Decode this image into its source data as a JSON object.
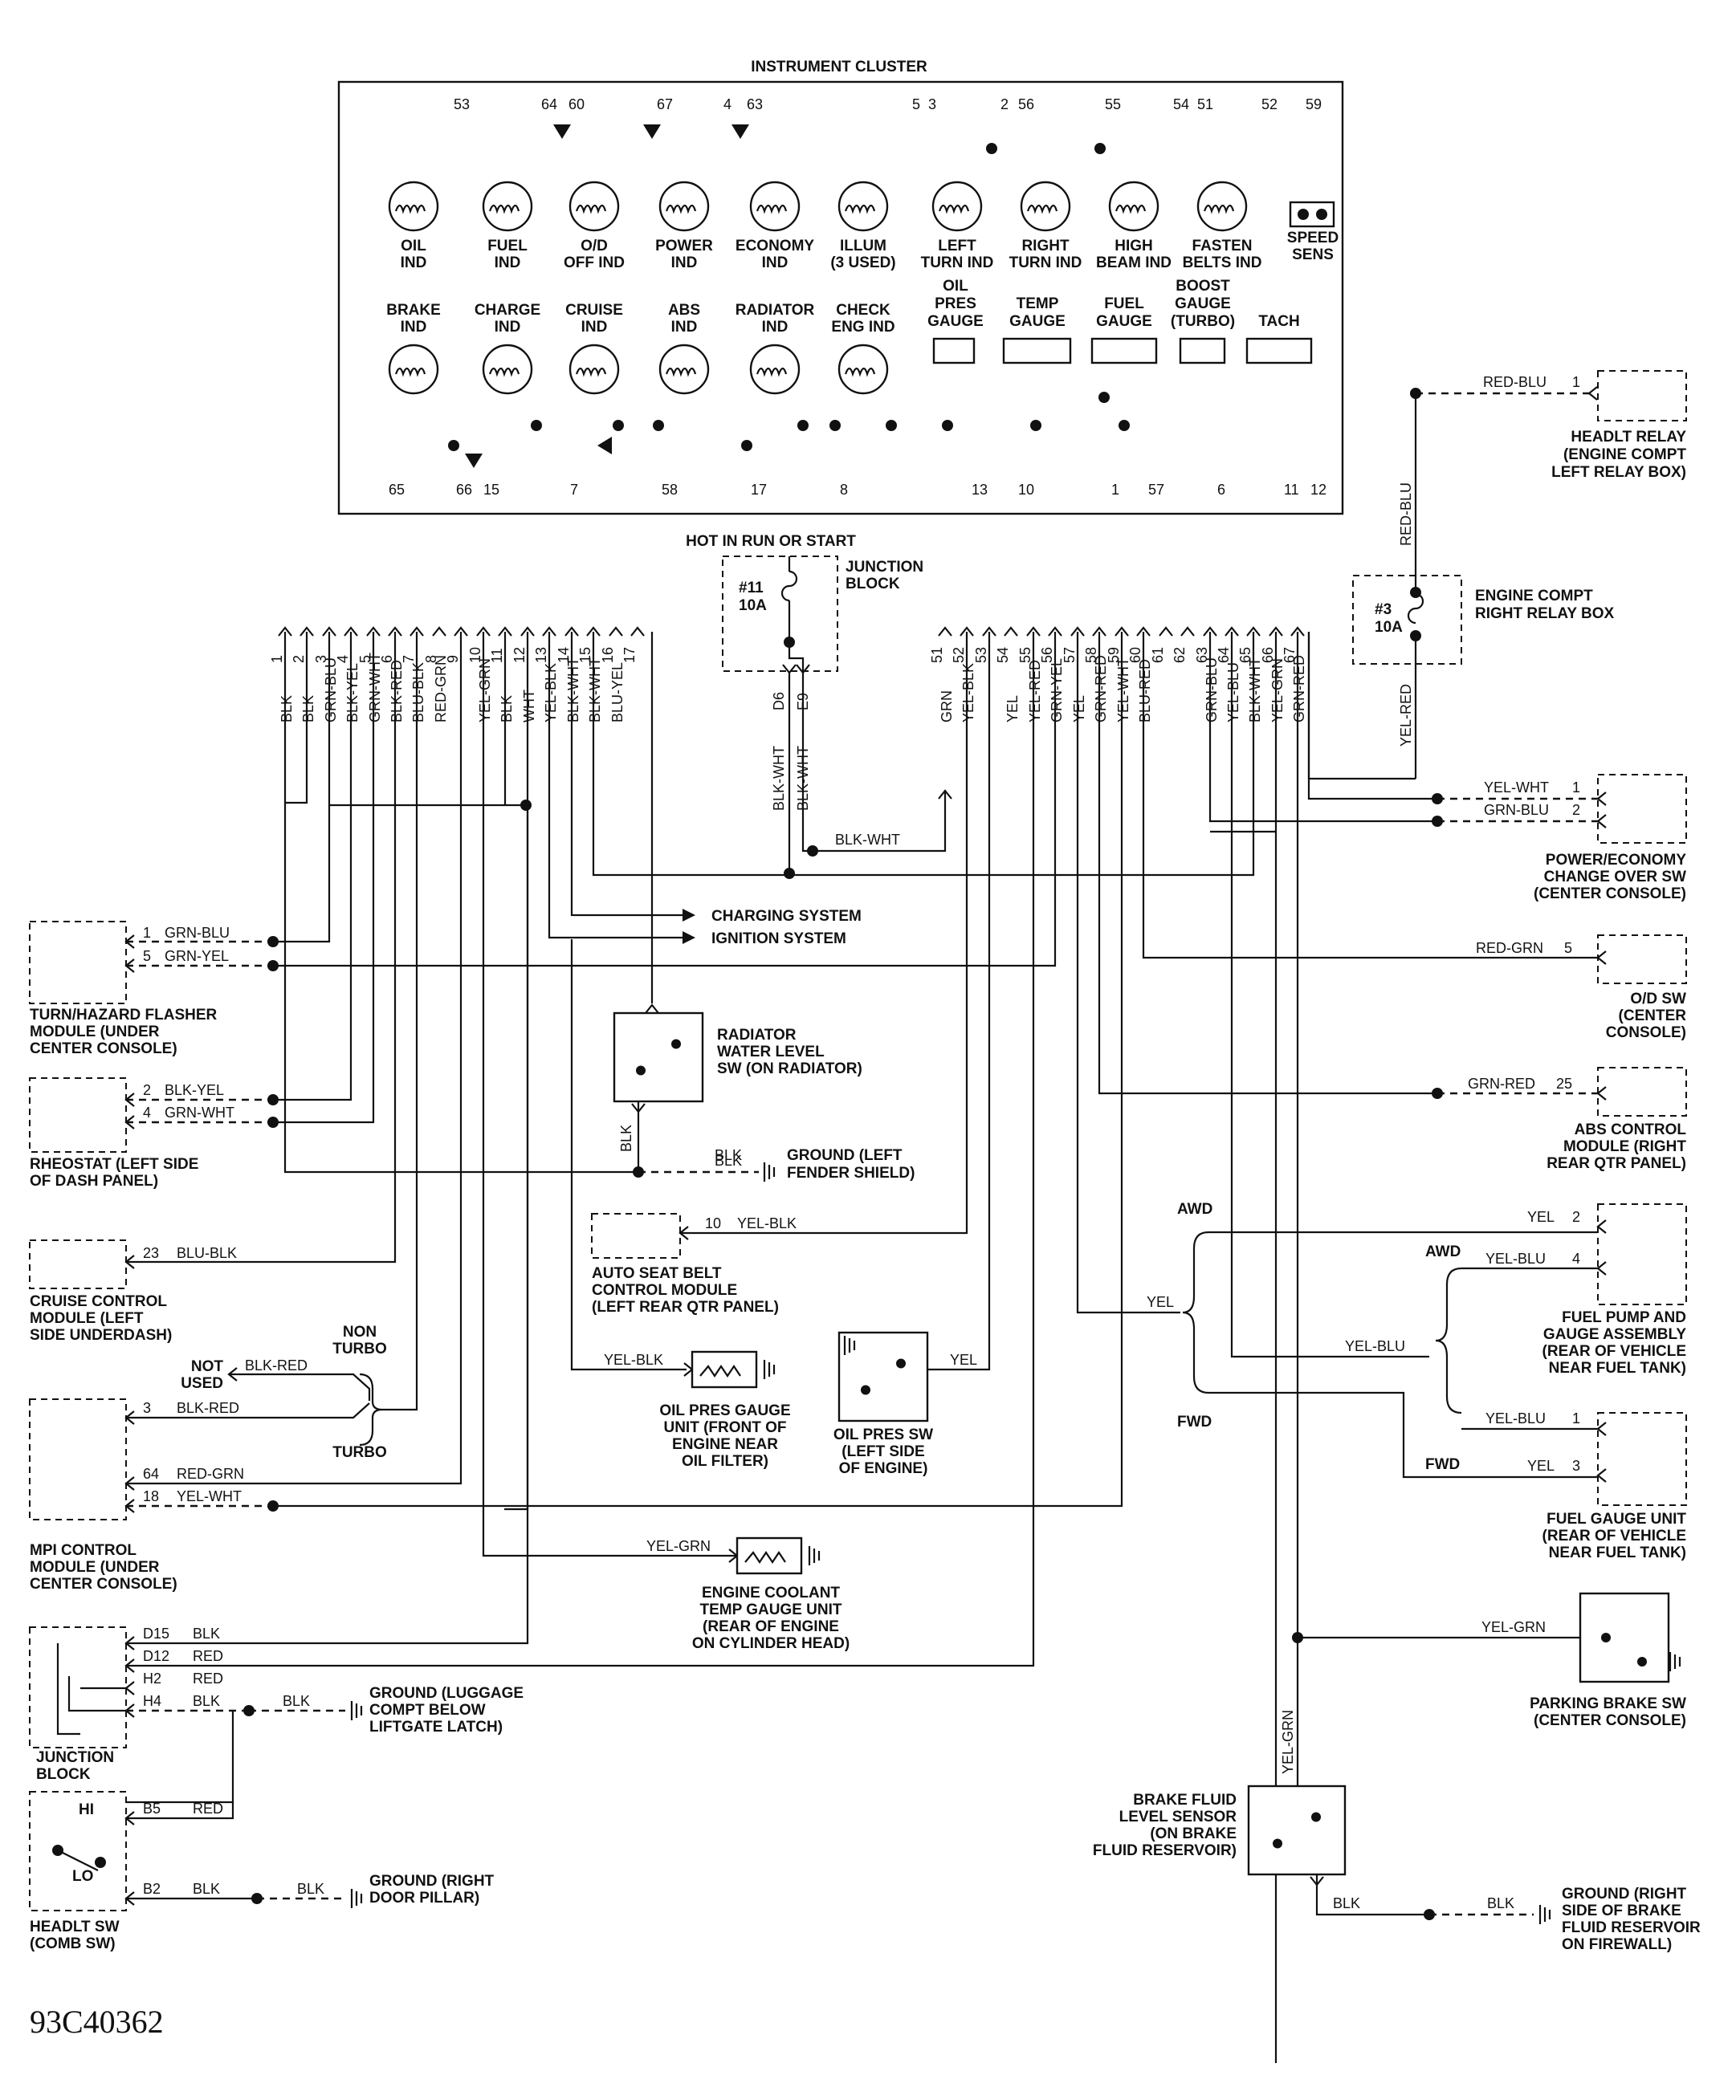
{
  "figure_id": "93C40362",
  "cluster": {
    "title": "INSTRUMENT CLUSTER",
    "top_pins": [
      "53",
      "64",
      "60",
      "67",
      "4",
      "63",
      "5",
      "3",
      "2",
      "56",
      "55",
      "54",
      "51",
      "52",
      "59"
    ],
    "bottom_pins": [
      "65",
      "66",
      "15",
      "7",
      "58",
      "17",
      "8",
      "13",
      "10",
      "1",
      "57",
      "6",
      "11",
      "12"
    ],
    "row1": [
      {
        "l1": "OIL",
        "l2": "IND"
      },
      {
        "l1": "FUEL",
        "l2": "IND"
      },
      {
        "l1": "O/D",
        "l2": "OFF IND"
      },
      {
        "l1": "POWER",
        "l2": "IND"
      },
      {
        "l1": "ECONOMY",
        "l2": "IND"
      },
      {
        "l1": "ILLUM",
        "l2": "(3 USED)"
      },
      {
        "l1": "LEFT",
        "l2": "TURN IND"
      },
      {
        "l1": "RIGHT",
        "l2": "TURN IND"
      },
      {
        "l1": "HIGH",
        "l2": "BEAM IND"
      },
      {
        "l1": "FASTEN",
        "l2": "BELTS IND"
      },
      {
        "l1": "SPEED",
        "l2": "SENS"
      }
    ],
    "row2": [
      {
        "l1": "BRAKE",
        "l2": "IND"
      },
      {
        "l1": "CHARGE",
        "l2": "IND"
      },
      {
        "l1": "CRUISE",
        "l2": "IND"
      },
      {
        "l1": "ABS",
        "l2": "IND"
      },
      {
        "l1": "RADIATOR",
        "l2": "IND"
      },
      {
        "l1": "CHECK",
        "l2": "ENG IND"
      }
    ],
    "gauges": [
      {
        "l1": "OIL",
        "l2": "PRES",
        "l3": "GAUGE"
      },
      {
        "l1": "",
        "l2": "TEMP",
        "l3": "GAUGE"
      },
      {
        "l1": "",
        "l2": "FUEL",
        "l3": "GAUGE"
      },
      {
        "l1": "BOOST",
        "l2": "GAUGE",
        "l3": "(TURBO)"
      },
      {
        "l1": "",
        "l2": "",
        "l3": "TACH"
      }
    ]
  },
  "junction_block_top": {
    "hot": "HOT IN RUN OR START",
    "fuse": "#11",
    "amps": "10A",
    "name1": "JUNCTION",
    "name2": "BLOCK",
    "pin_d6": "D6",
    "pin_e9": "E9",
    "wire_d6": "BLK-WHT",
    "wire_e9": "BLK-WHT",
    "link_wire": "BLK-WHT"
  },
  "relay_box": {
    "fuse": "#3",
    "amps": "10A",
    "name1": "ENGINE COMPT",
    "name2": "RIGHT RELAY BOX",
    "wire_up": "RED-BLU",
    "wire_down": "YEL-RED"
  },
  "headlt_relay": {
    "wire": "RED-BLU",
    "pin": "1",
    "l1": "HEADLT RELAY",
    "l2": "(ENGINE COMPT",
    "l3": "LEFT RELAY BOX)"
  },
  "connector_left": {
    "pins": [
      "1",
      "2",
      "3",
      "4",
      "5",
      "6",
      "7",
      "8",
      "9",
      "10",
      "11",
      "12",
      "13",
      "14",
      "15",
      "16",
      "17"
    ],
    "wires": [
      "BLK",
      "BLK",
      "GRN-BLU",
      "BLK-YEL",
      "GRN-WHT",
      "BLK-RED",
      "BLU-BLK",
      "RED-GRN",
      "",
      "YEL-GRN",
      "BLK",
      "WHT",
      "YEL-BLK",
      "BLK-WHT",
      "BLK-WHT",
      "BLU-YEL",
      ""
    ]
  },
  "connector_right": {
    "pins": [
      "51",
      "52",
      "53",
      "54",
      "55",
      "56",
      "57",
      "58",
      "59",
      "60",
      "61",
      "62",
      "63",
      "64",
      "65",
      "66",
      "67"
    ],
    "wires": [
      "GRN",
      "YEL-BLK",
      "",
      "YEL",
      "YEL-RED",
      "GRN-YEL",
      "YEL",
      "GRN-RED",
      "YEL-WHT",
      "BLU-RED",
      "",
      "",
      "GRN-BLU",
      "YEL-BLU",
      "BLK-WHT",
      "YEL-GRN",
      "GRN-RED"
    ]
  },
  "systems": {
    "charging": "CHARGING SYSTEM",
    "ignition": "IGNITION SYSTEM"
  },
  "components": {
    "turn_hazard": {
      "p1": "1",
      "w1": "GRN-BLU",
      "p2": "5",
      "w2": "GRN-YEL",
      "l1": "TURN/HAZARD FLASHER",
      "l2": "MODULE (UNDER",
      "l3": "CENTER CONSOLE)"
    },
    "rheostat": {
      "p1": "2",
      "w1": "BLK-YEL",
      "p2": "4",
      "w2": "GRN-WHT",
      "l1": "RHEOSTAT (LEFT SIDE",
      "l2": "OF DASH PANEL)"
    },
    "cruise": {
      "p1": "23",
      "w1": "BLU-BLK",
      "l1": "CRUISE CONTROL",
      "l2": "MODULE (LEFT",
      "l3": "SIDE UNDERDASH)"
    },
    "mpi": {
      "not_used1": "NOT",
      "not_used2": "USED",
      "w_nu": "BLK-RED",
      "p3": "3",
      "w3": "BLK-RED",
      "non1": "NON",
      "non2": "TURBO",
      "turbo": "TURBO",
      "p64": "64",
      "w64": "RED-GRN",
      "p18": "18",
      "w18": "YEL-WHT",
      "l1": "MPI CONTROL",
      "l2": "MODULE (UNDER",
      "l3": "CENTER CONSOLE)"
    },
    "junction_block_bottom": {
      "pins": [
        "D15",
        "D12",
        "H2",
        "H4"
      ],
      "wires": [
        "BLK",
        "RED",
        "RED",
        "BLK"
      ],
      "l1": "JUNCTION",
      "l2": "BLOCK",
      "gnd_wire": "BLK",
      "g1": "GROUND (LUGGAGE",
      "g2": "COMPT BELOW",
      "g3": "LIFTGATE LATCH)"
    },
    "headlt_sw": {
      "hi": "HI",
      "lo": "LO",
      "p_b5": "B5",
      "w_b5": "RED",
      "p_b2": "B2",
      "w_b2": "BLK",
      "gnd_wire": "BLK",
      "g1": "GROUND (RIGHT",
      "g2": "DOOR PILLAR)",
      "l1": "HEADLT SW",
      "l2": "(COMB SW)"
    },
    "radiator_sw": {
      "l1": "RADIATOR",
      "l2": "WATER LEVEL",
      "l3": "SW (ON RADIATOR)",
      "w_down": "BLK",
      "w_gnd": "BLK",
      "g1": "GROUND (LEFT",
      "g2": "FENDER SHIELD)"
    },
    "seat_belt": {
      "p": "10",
      "w": "YEL-BLK",
      "l1": "AUTO SEAT BELT",
      "l2": "CONTROL MODULE",
      "l3": "(LEFT REAR QTR PANEL)"
    },
    "oil_gauge_unit": {
      "w": "YEL-BLK",
      "l1": "OIL PRES GAUGE",
      "l2": "UNIT (FRONT OF",
      "l3": "ENGINE NEAR",
      "l4": "OIL FILTER)"
    },
    "oil_sw": {
      "w": "YEL",
      "l1": "OIL PRES SW",
      "l2": "(LEFT SIDE",
      "l3": "OF ENGINE)"
    },
    "coolant": {
      "w": "YEL-GRN",
      "l1": "ENGINE COOLANT",
      "l2": "TEMP GAUGE UNIT",
      "l3": "(REAR OF ENGINE",
      "l4": "ON CYLINDER HEAD)"
    },
    "power_economy": {
      "p1": "1",
      "w1": "YEL-WHT",
      "p2": "2",
      "w2": "GRN-BLU",
      "l1": "POWER/ECONOMY",
      "l2": "CHANGE OVER SW",
      "l3": "(CENTER CONSOLE)"
    },
    "od_sw": {
      "p": "5",
      "w": "RED-GRN",
      "l1": "O/D SW",
      "l2": "(CENTER",
      "l3": "CONSOLE)"
    },
    "abs": {
      "p": "25",
      "w": "GRN-RED",
      "l1": "ABS CONTROL",
      "l2": "MODULE (RIGHT",
      "l3": "REAR QTR PANEL)"
    },
    "fuel_pump": {
      "awd1": "AWD",
      "awd2": "AWD",
      "p2": "2",
      "w2": "YEL",
      "p4": "4",
      "w4": "YEL-BLU",
      "l1": "FUEL PUMP AND",
      "l2": "GAUGE ASSEMBLY",
      "l3": "(REAR OF VEHICLE",
      "l4": "NEAR FUEL TANK)"
    },
    "fuel_gauge_unit": {
      "fwd1": "FWD",
      "fwd2": "FWD",
      "p1": "1",
      "w1": "YEL-BLU",
      "p3": "3",
      "w3": "YEL",
      "l1": "FUEL GAUGE UNIT",
      "l2": "(REAR OF VEHICLE",
      "l3": "NEAR FUEL TANK)"
    },
    "split": {
      "yel": "YEL",
      "yelblu": "YEL-BLU"
    },
    "parking_brake": {
      "w": "YEL-GRN",
      "l1": "PARKING BRAKE SW",
      "l2": "(CENTER CONSOLE)"
    },
    "brake_fluid": {
      "w_up": "YEL-GRN",
      "w_gnd": "BLK",
      "w_gnd2": "BLK",
      "l1": "BRAKE FLUID",
      "l2": "LEVEL SENSOR",
      "l3": "(ON BRAKE",
      "l4": "FLUID RESERVOIR)",
      "g1": "GROUND (RIGHT",
      "g2": "SIDE OF BRAKE",
      "g3": "FLUID RESERVOIR",
      "g4": "ON FIREWALL)"
    }
  }
}
